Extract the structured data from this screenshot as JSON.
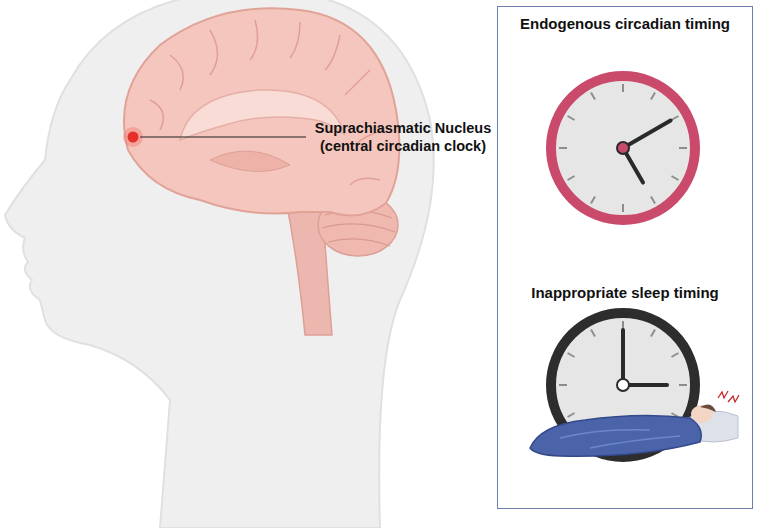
{
  "diagram": {
    "nodes": [
      {
        "text": [
          "Endogenous circadian timing",
          "Inappropriate sleep timing"
        ]
      }
    ],
    "labels": [
      "Suprachiasmatic Nucleus (central circadian clock)"
    ]
  }
}
